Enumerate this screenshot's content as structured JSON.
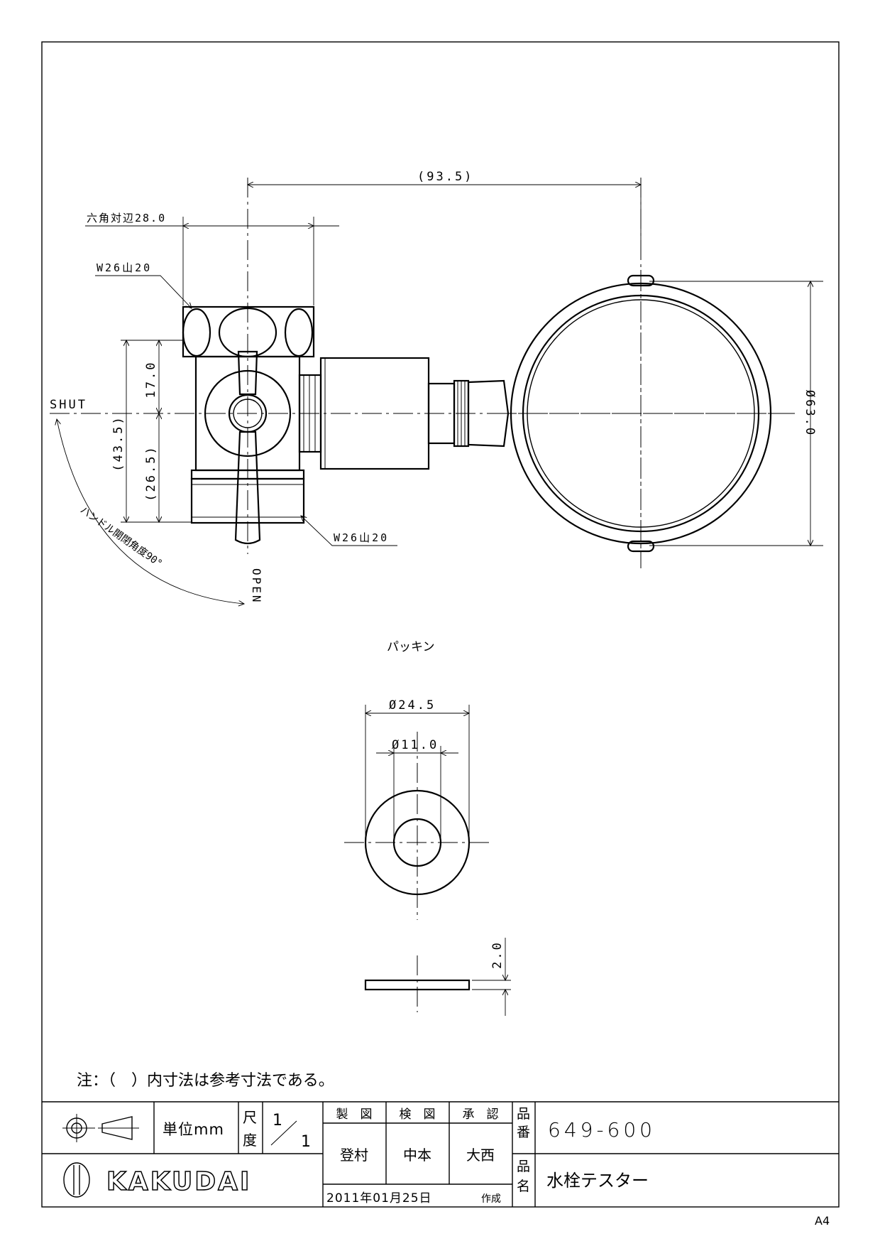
{
  "drawing": {
    "dim_overall": "(93.5)",
    "dim_hex": "六角対辺28.0",
    "thread_top": "W26山20",
    "thread_bottom": "W26山20",
    "dim_17": "17.0",
    "dim_43": "(43.5)",
    "dim_26": "(26.5)",
    "dim_63": "Ø63.0",
    "label_shut": "SHUT",
    "label_open": "OPEN",
    "handle_angle": "ハンドル開閉角度90°",
    "packing_title": "パッキン",
    "dim_outer": "Ø24.5",
    "dim_inner": "Ø11.0",
    "dim_thick": "2.0"
  },
  "note": "注：（　）内寸法は参考寸法である。",
  "titleblock": {
    "unit": "単位mm",
    "scale_label_1": "尺",
    "scale_label_2": "度",
    "scale_num": "1",
    "scale_den": "1",
    "drawn_by_label": "製　図",
    "checked_by_label": "検　図",
    "approved_by_label": "承　認",
    "drawn_by": "登村",
    "checked_by": "中本",
    "approved_by": "大西",
    "date": "2011年01月25日",
    "created_label": "作成",
    "part_no_label_1": "品",
    "part_no_label_2": "番",
    "part_name_label_1": "品",
    "part_name_label_2": "名",
    "part_no": "649-600",
    "part_name": "水栓テスター",
    "company": "KAKUDAI",
    "paper_size": "A4"
  }
}
